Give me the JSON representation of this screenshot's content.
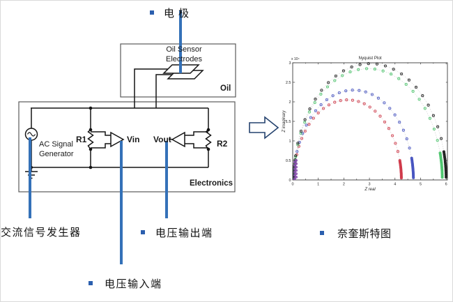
{
  "callouts": {
    "electrode": {
      "label": "电极"
    },
    "ac_generator": {
      "label": "交流信号发生器"
    },
    "voltage_output": {
      "label": "电压输出端"
    },
    "voltage_input": {
      "label": "电压输入端"
    },
    "nyquist": {
      "label": "奈奎斯特图"
    }
  },
  "circuit": {
    "oil_box_label": "Oil",
    "sensor_label_line1": "Oil Sensor",
    "sensor_label_line2": "Electrodes",
    "electronics_box_label": "Electronics",
    "ac_source_line1": "AC Signal",
    "ac_source_line2": "Generator",
    "r1_label": "R1",
    "r2_label": "R2",
    "vin_label": "Vin",
    "vout_label": "Vout"
  },
  "colors": {
    "callout_line": "#3471b8",
    "bullet": "#2b5fae",
    "arrow_outline": "#24426e",
    "wire": "#141414",
    "box_border": "#5a5a5a",
    "axis": "#3a3a3a",
    "connector_dash": "#bcbcbc"
  },
  "chart_data": {
    "type": "scatter",
    "title": "Nyquist Plot",
    "xlabel": "Z real",
    "ylabel": "Z imaginary",
    "axis_multiplier": "x 10⁴",
    "xlim": [
      0,
      6.05
    ],
    "ylim": [
      0,
      3
    ],
    "xticks": [
      0,
      1,
      2,
      3,
      4,
      5,
      6
    ],
    "yticks": [
      0,
      0.5,
      1,
      1.5,
      2,
      2.5,
      3
    ],
    "grid": false,
    "legend": "none",
    "series": [
      {
        "name": "arc-red",
        "marker_color": "#cf3a4a",
        "x_intercept_high_freq": 0.05,
        "x_intercept_low_freq": 4.25,
        "peak_z_imaginary": 2.05
      },
      {
        "name": "arc-blue",
        "marker_color": "#4653c0",
        "x_intercept_high_freq": 0.05,
        "x_intercept_low_freq": 4.72,
        "peak_z_imaginary": 2.3
      },
      {
        "name": "arc-green",
        "marker_color": "#49c46a",
        "x_intercept_high_freq": 0.05,
        "x_intercept_low_freq": 5.85,
        "peak_z_imaginary": 2.85
      },
      {
        "name": "arc-black",
        "marker_color": "#1a1a1a",
        "x_intercept_high_freq": 0.05,
        "x_intercept_low_freq": 6.0,
        "peak_z_imaginary": 2.98
      }
    ],
    "origin_cluster": {
      "color": "#8a4fb0",
      "x": 0.08,
      "y_min": 0.03,
      "y_max": 0.5,
      "points": 12
    }
  }
}
